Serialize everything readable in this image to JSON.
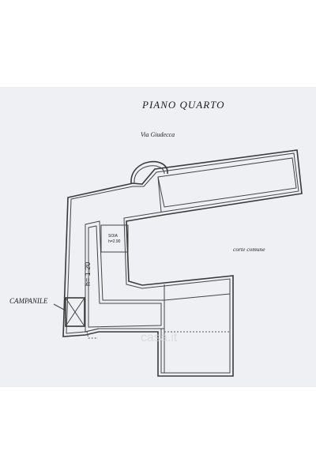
{
  "plan": {
    "title": "PIANO  QUARTO",
    "street": "Via Giudecca",
    "courtyard": "corte comune",
    "campanile": "CAMPANILE",
    "height_note": "h= 1.20",
    "room_label": "SOIA",
    "room_height": "h=2.90",
    "watermark": "casa.it"
  }
}
